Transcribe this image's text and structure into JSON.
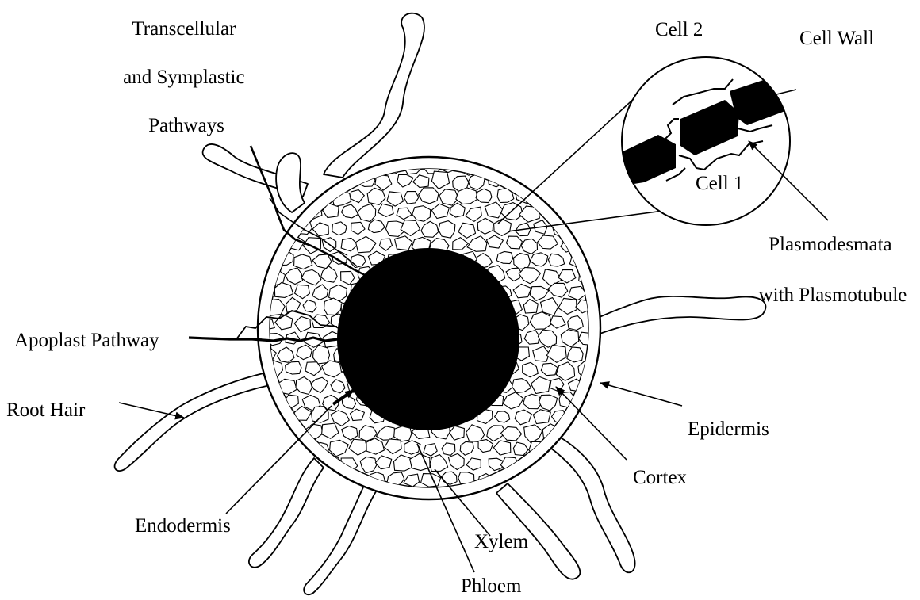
{
  "labels": {
    "transcellular": [
      "Transcellular",
      "and Symplastic",
      "Pathways"
    ],
    "cell_2": "Cell 2",
    "cell_wall": "Cell Wall",
    "cell_1": "Cell 1",
    "plasmodesmata": [
      "Plasmodesmata",
      "with Plasmotubule"
    ],
    "apoplast": "Apoplast Pathway",
    "root_hair": "Root Hair",
    "epidermis": "Epidermis",
    "cortex": "Cortex",
    "endodermis": "Endodermis",
    "xylem": "Xylem",
    "phloem": "Phloem"
  },
  "colors": {
    "ink": "#000000",
    "background": "#ffffff"
  }
}
